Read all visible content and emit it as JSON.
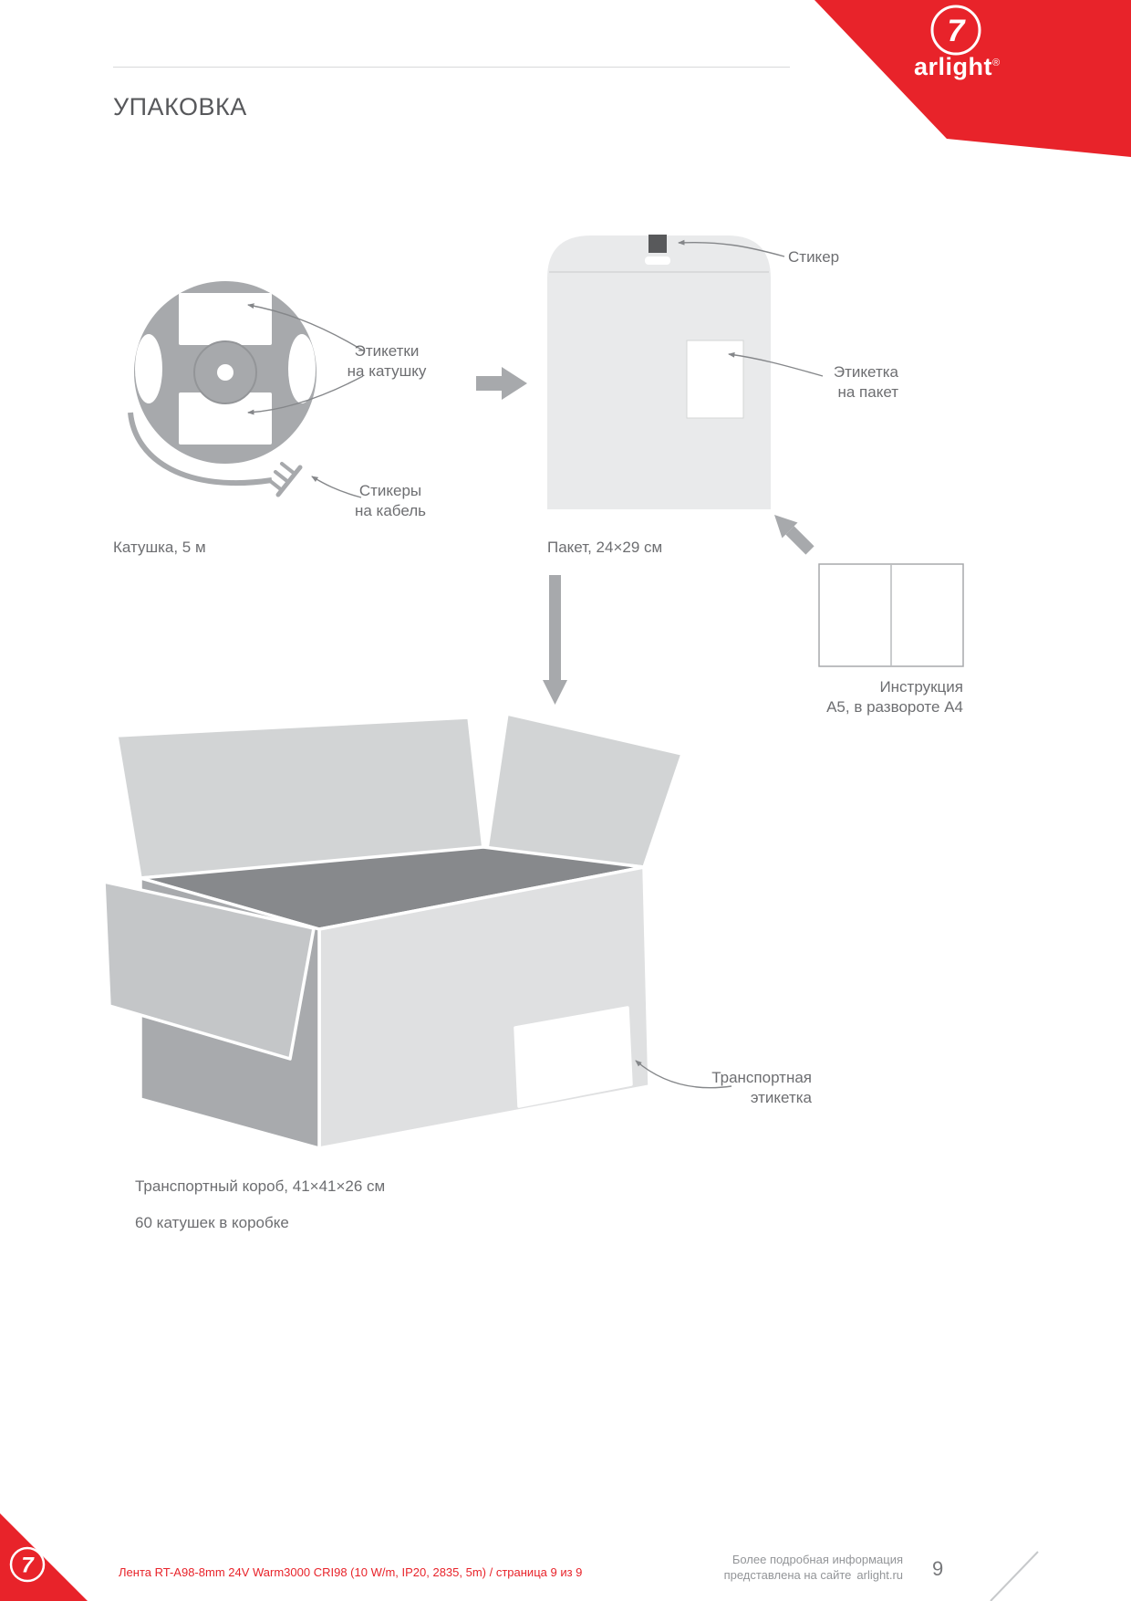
{
  "page": {
    "title": "УПАКОВКА"
  },
  "brand": {
    "name": "arlight",
    "reg": "®",
    "mark_glyph": "7"
  },
  "figures": {
    "reel": {
      "caption": "Катушка, 5 м",
      "labels_label": "Этикетки\nна катушку",
      "cable_label": "Стикеры\nна кабель"
    },
    "packet": {
      "caption": "Пакет, 24×29 см",
      "sticker_label": "Стикер",
      "packet_label": "Этикетка\nна пакет"
    },
    "instruction": {
      "caption": "Инструкция\nA5, в развороте A4"
    },
    "box": {
      "transport_label": "Транспортная\nэтикетка",
      "caption_line1": "Транспортный короб, 41×41×26 см",
      "caption_line2": "60 катушек в коробке"
    }
  },
  "footer": {
    "product_line": "Лента RT-A98-8mm 24V Warm3000 CRI98 (10 W/m, IP20, 2835, 5m) / страница 9 из 9",
    "info_line1": "Более подробная информация",
    "info_line2": "представлена на сайте",
    "site": "arlight.ru",
    "page_number": "9"
  },
  "colors": {
    "accent_red": "#e8232a",
    "text_grey": "#6d6e71",
    "shape_grey": "#a7a9ac",
    "light_grey": "#d1d3d4",
    "packet_fill": "#e9eaeb",
    "sticker_dark": "#58595b"
  }
}
